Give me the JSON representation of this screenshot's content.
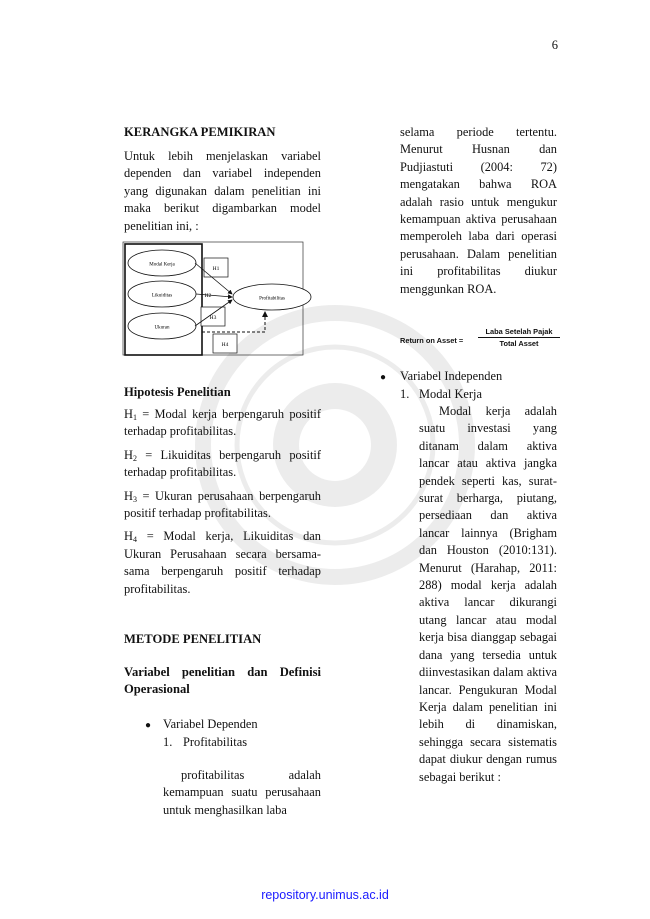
{
  "page_number": "6",
  "footer_link": "repository.unimus.ac.id",
  "left": {
    "heading_kerangka": "KERANGKA PEMIKIRAN",
    "kerangka_text": "Untuk lebih menjelaskan variabel dependen dan variabel independen yang digunakan dalam penelitian ini maka berikut digambarkan model penelitian ini, :",
    "diagram": {
      "nodes": [
        "Modal Kerja",
        "Likuiditas",
        "Ukuran",
        "Profitabilitas"
      ],
      "hyp_labels": [
        "H1",
        "H2",
        "H3",
        "H4"
      ]
    },
    "heading_hipotesis": "Hipotesis Penelitian",
    "hypotheses": [
      {
        "h": "H",
        "sub": "1",
        "text": " = Modal kerja berpengaruh positif terhadap profitabilitas."
      },
      {
        "h": "H",
        "sub": "2",
        "text": " = Likuiditas berpengaruh positif terhadap profitabilitas."
      },
      {
        "h": "H",
        "sub": "3",
        "text": " = Ukuran perusahaan berpengaruh positif terhadap profitabilitas."
      },
      {
        "h": "H",
        "sub": "4",
        "text": " = Modal kerja, Likuiditas dan Ukuran Perusahaan secara bersama-sama  berpengaruh positif terhadap profitabilitas."
      }
    ],
    "heading_metode": "METODE PENELITIAN",
    "heading_variabel": "Variabel penelitian dan Definisi Operasional",
    "bullet_dependen": "Variabel Dependen",
    "num_1": "1.",
    "item_profitabilitas": "Profitabilitas",
    "profit_text": "profitabilitas adalah kemampuan suatu perusahaan untuk menghasilkan laba"
  },
  "right": {
    "continued_text": "selama periode tertentu. Menurut Husnan dan Pudjiastuti (2004: 72) mengatakan bahwa ROA adalah rasio untuk mengukur kemampuan aktiva perusahaan memperoleh laba dari operasi perusahaan. Dalam penelitian ini profitabilitas diukur menggunkan ROA.",
    "formula": {
      "lhs": "Return on Asset =",
      "numerator": "Laba Setelah Pajak",
      "denominator": "Total Asset"
    },
    "bullet_independen": "Variabel Independen",
    "num_1": "1.",
    "item_modal_kerja": "Modal Kerja",
    "modal_text": "Modal kerja adalah suatu investasi yang ditanam dalam aktiva lancar atau aktiva jangka pendek seperti kas, surat-surat berharga, piutang, persediaan dan aktiva lancar lainnya (Brigham dan Houston (2010:131). Menurut (Harahap, 2011: 288) modal kerja adalah aktiva lancar dikurangi utang lancar atau modal kerja bisa dianggap sebagai dana yang tersedia untuk diinvestasikan dalam aktiva lancar. Pengukuran Modal Kerja dalam penelitian ini lebih di dinamiskan, sehingga secara sistematis dapat diukur dengan rumus sebagai berikut :"
  },
  "colors": {
    "link": "#1a1aff",
    "text": "#111111"
  }
}
